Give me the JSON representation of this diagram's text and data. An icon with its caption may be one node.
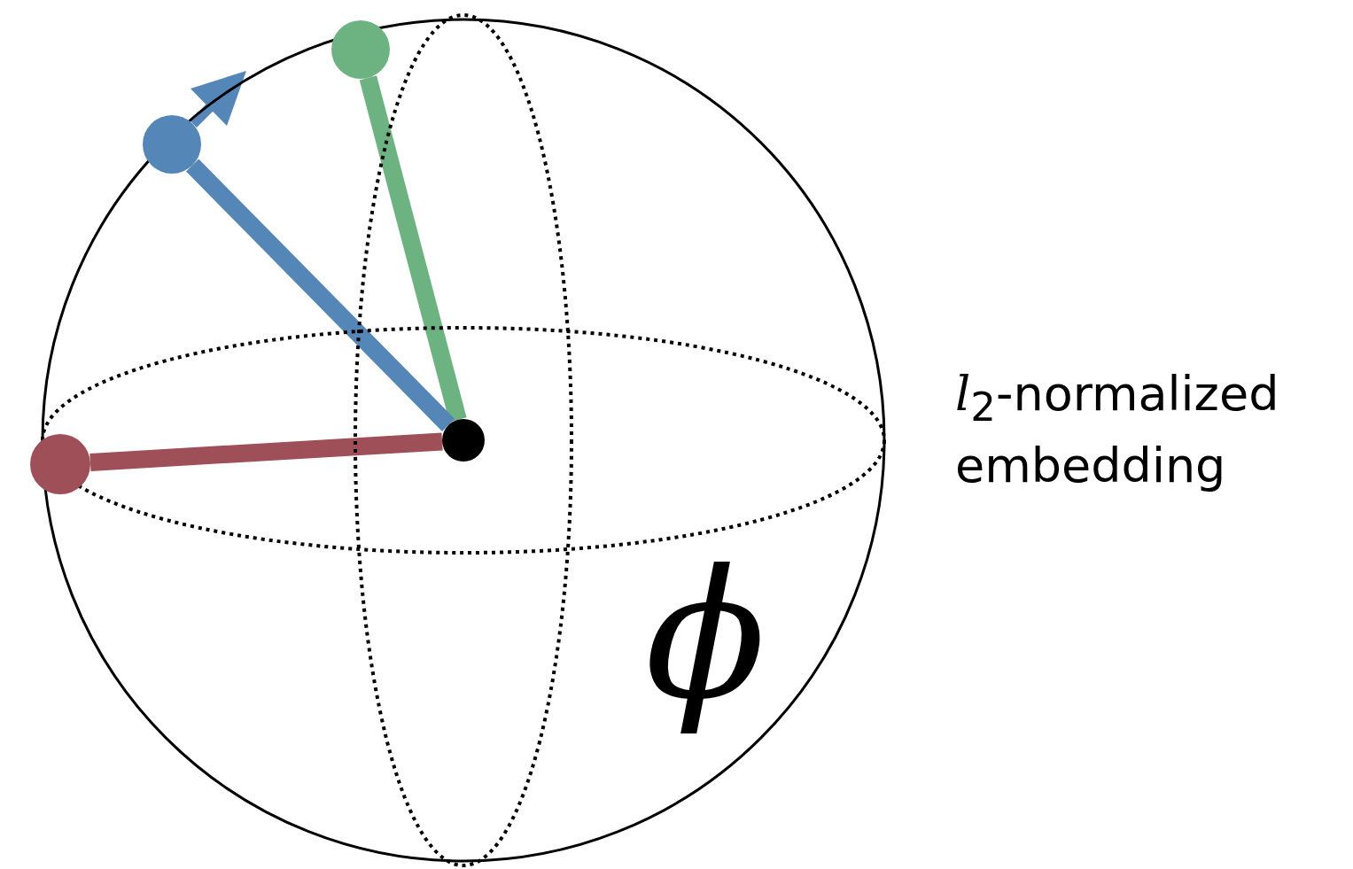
{
  "diagram": {
    "nodes": [
      {
        "text": [
          "ϕ"
        ],
        "beside": [
          "*l*$_{2}$-normalized embedding"
        ]
      },
      {
        "text": [],
        "shape": "circle",
        "in": 0
      },
      {
        "text": [],
        "shape": "circle",
        "in": 0
      },
      {
        "text": [],
        "shape": "circle",
        "in": 0
      },
      {
        "text": [],
        "shape": "circle",
        "in": 0
      }
    ],
    "edges": [
      {
        "from": 3,
        "to": 1,
        "arrow": "none",
        "color": "#6db381"
      },
      {
        "from": 3,
        "to": 2,
        "arrow": "none",
        "color": "#5486b8"
      },
      {
        "from": 3,
        "to": 4,
        "arrow": "none",
        "color": "#9e4f58"
      }
    ]
  }
}
